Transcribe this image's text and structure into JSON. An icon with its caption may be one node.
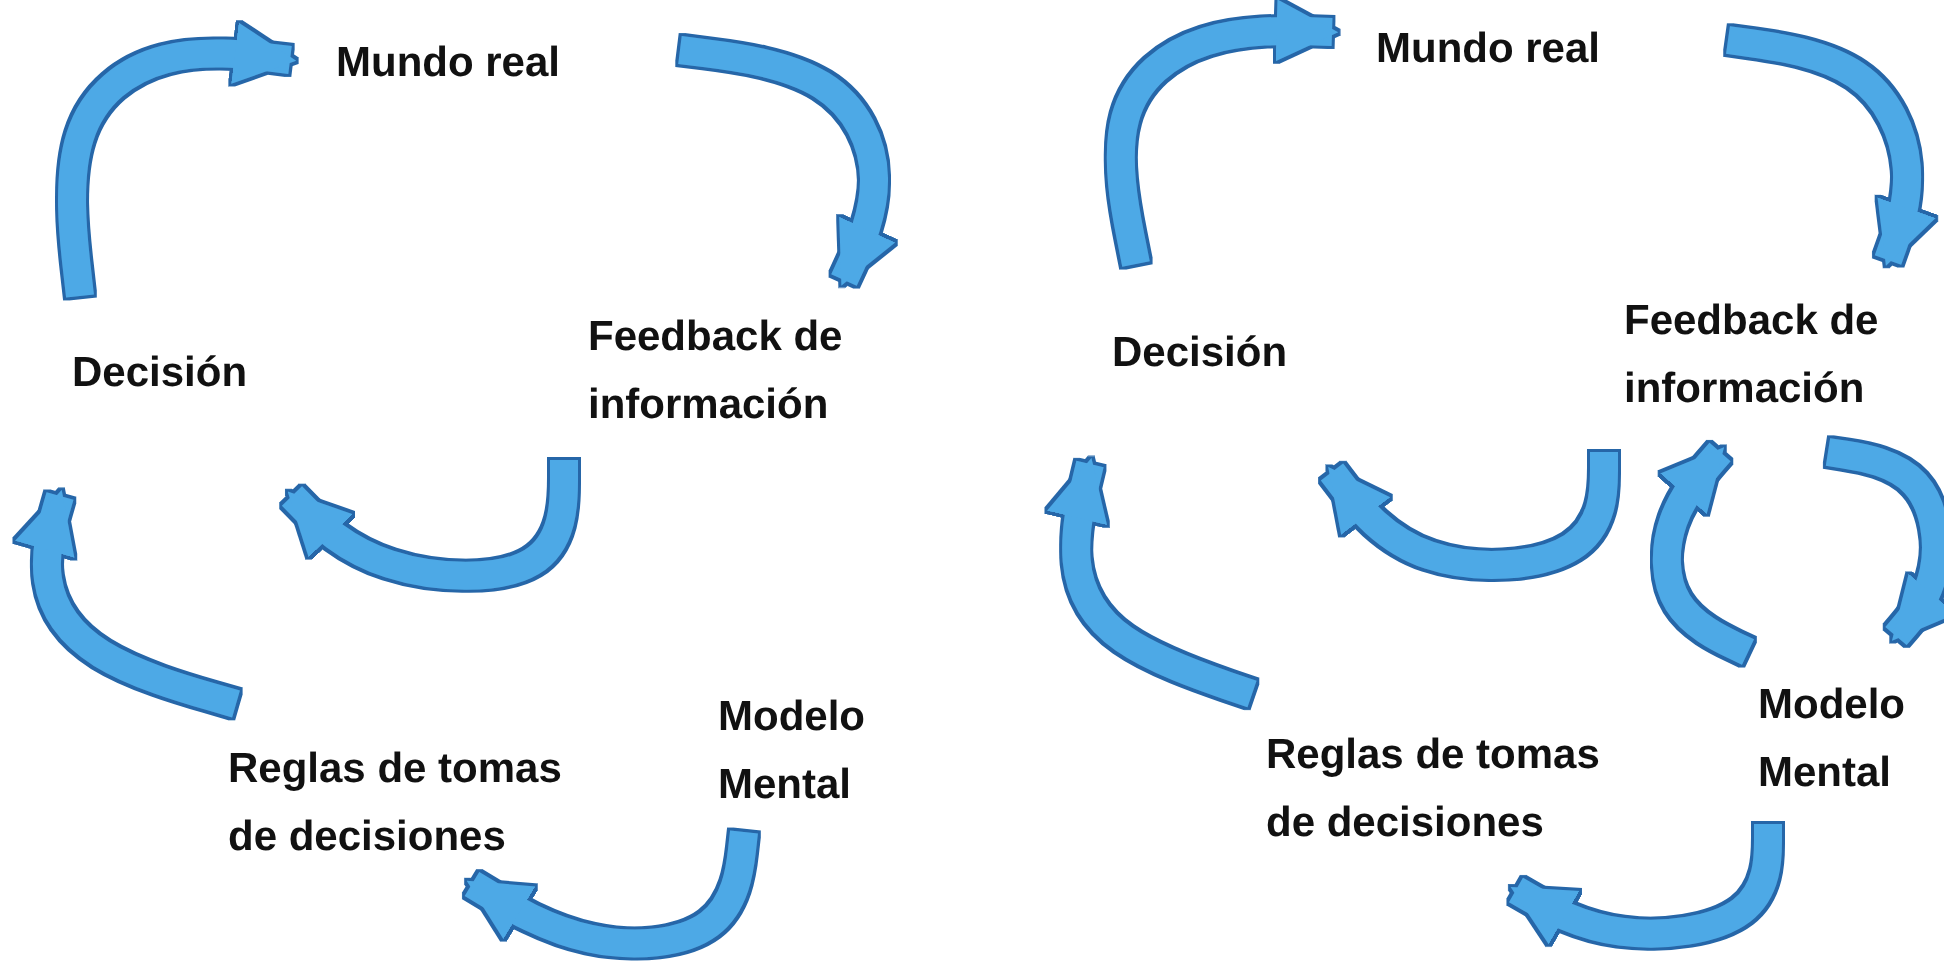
{
  "diagram": {
    "nodes": [
      {
        "text": [
          "Mundo real"
        ]
      },
      {
        "text": [
          "Feedback de información"
        ]
      },
      {
        "text": [
          "Decisión"
        ]
      },
      {
        "text": [
          "Reglas de tomas de decisiones"
        ]
      },
      {
        "text": [
          "Modelo Mental"
        ]
      },
      {
        "text": [
          "Mundo real"
        ]
      },
      {
        "text": [
          "Feedback de información"
        ]
      },
      {
        "text": [
          "Decisión"
        ]
      },
      {
        "text": [
          "Reglas de tomas de decisiones"
        ]
      },
      {
        "text": [
          "Modelo Mental"
        ]
      }
    ],
    "edges": [
      {
        "from": 2,
        "to": 0,
        "arrow": "to"
      },
      {
        "from": 0,
        "to": 1,
        "arrow": "to"
      },
      {
        "from": 1,
        "to": 2,
        "arrow": "to"
      },
      {
        "from": 3,
        "to": 2,
        "arrow": "to"
      },
      {
        "from": 4,
        "to": 3,
        "arrow": "to"
      },
      {
        "from": 7,
        "to": 5,
        "arrow": "to"
      },
      {
        "from": 5,
        "to": 6,
        "arrow": "to"
      },
      {
        "from": 6,
        "to": 7,
        "arrow": "to"
      },
      {
        "from": 8,
        "to": 7,
        "arrow": "to"
      },
      {
        "from": 9,
        "to": 8,
        "arrow": "to"
      },
      {
        "from": 6,
        "to": 9,
        "arrow": "to"
      },
      {
        "from": 9,
        "to": 6,
        "arrow": "to"
      }
    ]
  }
}
